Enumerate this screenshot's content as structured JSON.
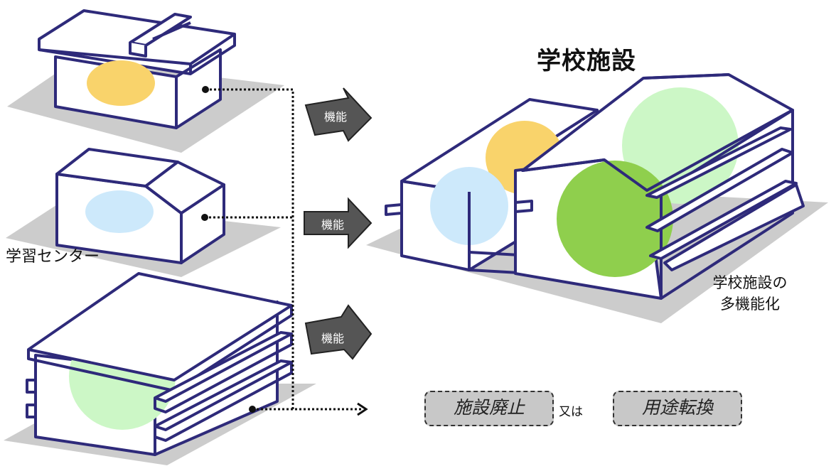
{
  "title": "学校施設",
  "learning_center_label": "学習センター",
  "multi_function_label": {
    "line1": "学校施設の",
    "line2": "多機能化"
  },
  "function_arrows": [
    "機能",
    "機能",
    "機能"
  ],
  "outcome": {
    "abolish": "施設廃止",
    "or": "又は",
    "conversion": "用途転換"
  },
  "colors": {
    "outline": "#2e2a7a",
    "shadow": "#cccccc",
    "yellow_function": "#f9d36b",
    "blue_function": "#cde9fb",
    "light_green_function": "#ccf7c6",
    "green_function": "#8fcf4d",
    "arrow_fill": "#555555"
  }
}
